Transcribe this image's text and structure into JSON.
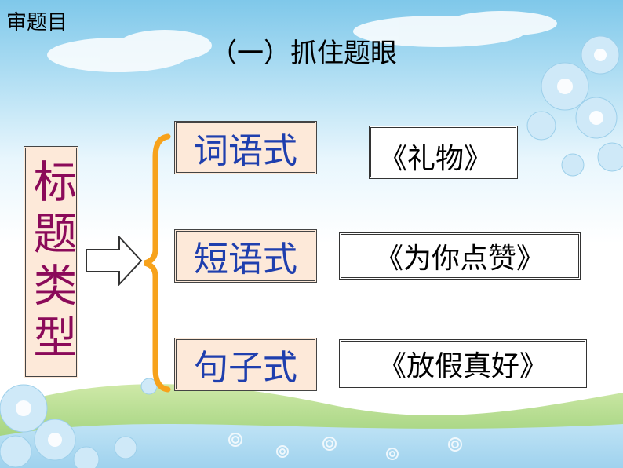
{
  "slide": {
    "corner_label": "审题目",
    "subtitle": "（一）抓住题眼",
    "type_label": "标题类型",
    "categories": [
      {
        "label": "词语式",
        "example": "《礼物》"
      },
      {
        "label": "短语式",
        "example": "《为你点赞》"
      },
      {
        "label": "句子式",
        "example": "《放假真好》"
      }
    ]
  },
  "colors": {
    "type_text": "#8b0a59",
    "category_text": "#1f3fae",
    "box_fill": "#fde9d9",
    "brace": "#f7a21b"
  }
}
